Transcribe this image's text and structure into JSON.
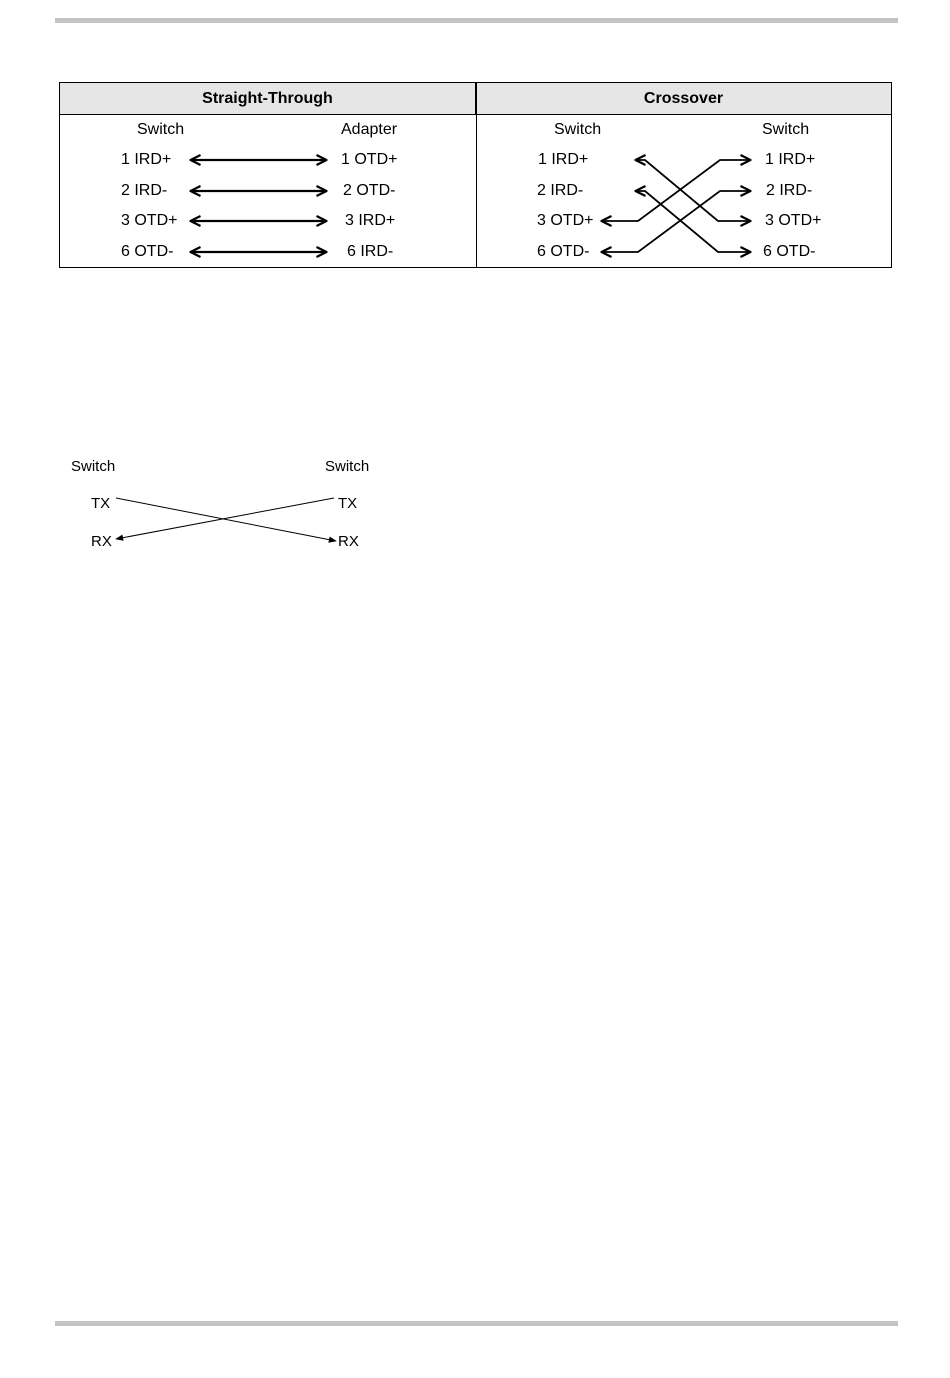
{
  "wiring_table": {
    "straight": {
      "header": "Straight-Through",
      "left_title": "Switch",
      "right_title": "Adapter",
      "left_pins": [
        "1 IRD+",
        "2 IRD-",
        "3 OTD+",
        "6 OTD-"
      ],
      "right_pins": [
        "1 OTD+",
        "2 OTD-",
        "3 IRD+",
        "6 IRD-"
      ]
    },
    "crossover": {
      "header": "Crossover",
      "left_title": "Switch",
      "right_title": "Switch",
      "left_pins": [
        "1 IRD+",
        "2 IRD-",
        "3 OTD+",
        "6 OTD-"
      ],
      "right_pins": [
        "1 IRD+",
        "2 IRD-",
        "3 OTD+",
        "6 OTD-"
      ]
    }
  },
  "tx_rx_diagram": {
    "left_title": "Switch",
    "right_title": "Switch",
    "left_tx": "TX",
    "left_rx": "RX",
    "right_tx": "TX",
    "right_rx": "RX"
  }
}
